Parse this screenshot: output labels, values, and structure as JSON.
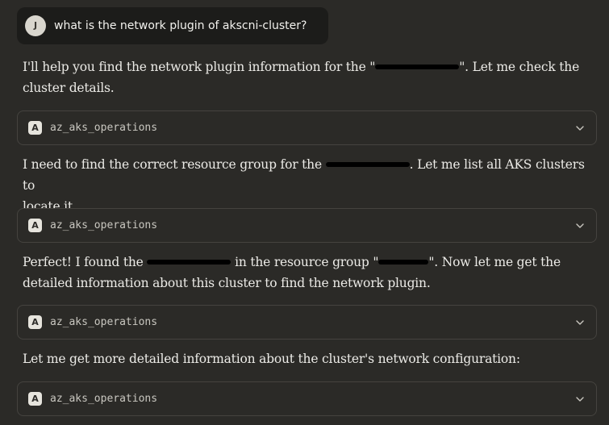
{
  "user_message": {
    "avatar_initial": "J",
    "text": "what is the network plugin of akscni-cluster?"
  },
  "messages": [
    {
      "line1_before": "I'll help you find the network plugin information for the \"",
      "line1_after": "\". Let me check the",
      "line2": "cluster details."
    },
    {
      "line1_before": "I need to find the correct resource group for the ",
      "line1_after": ". Let me list all AKS clusters to",
      "line2": "locate it."
    },
    {
      "line1_before": "Perfect! I found the ",
      "line1_mid": " in the resource group \"",
      "line1_after": "\". Now let me get the",
      "line2": "detailed information about this cluster to find the network plugin."
    },
    {
      "line1": "Let me get more detailed information about the cluster's network configuration:"
    }
  ],
  "tool_calls": [
    {
      "badge": "A",
      "name": "az_aks_operations",
      "icon": "chevron-down-icon"
    },
    {
      "badge": "A",
      "name": "az_aks_operations",
      "icon": "chevron-down-icon"
    },
    {
      "badge": "A",
      "name": "az_aks_operations",
      "icon": "chevron-down-icon"
    },
    {
      "badge": "A",
      "name": "az_aks_operations",
      "icon": "chevron-down-icon"
    }
  ],
  "colors": {
    "background": "#2b2a27",
    "user_bubble": "#1c1c1a",
    "tool_border": "#45433f",
    "text": "#ecebe7"
  }
}
